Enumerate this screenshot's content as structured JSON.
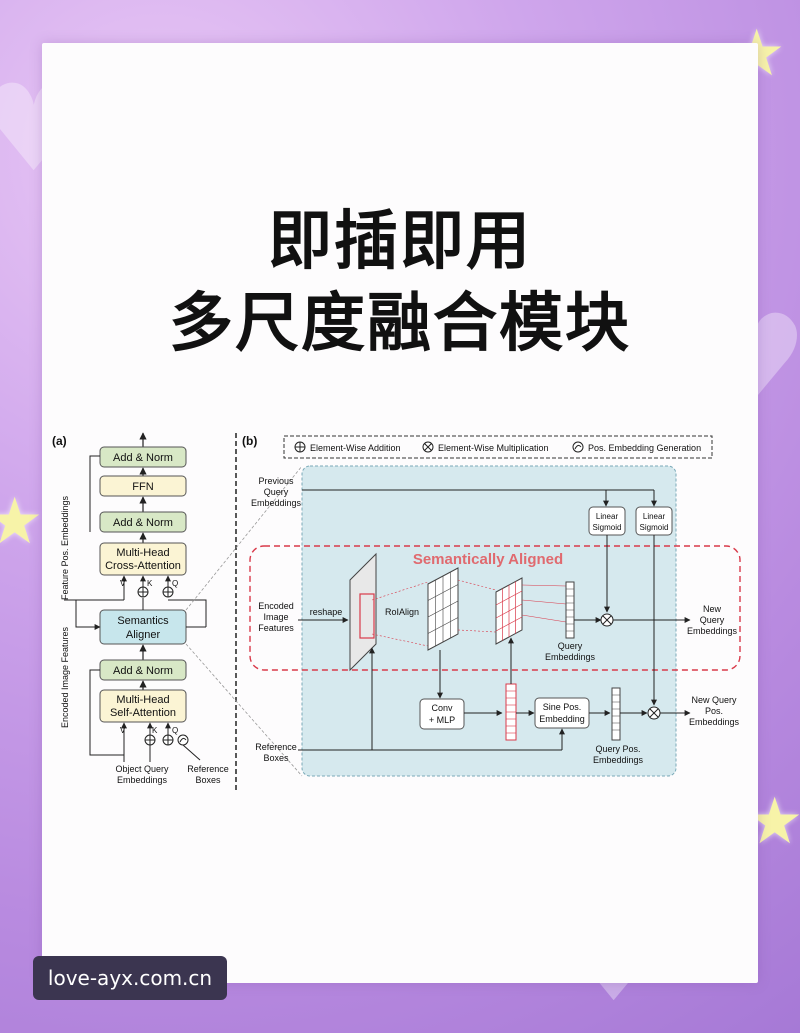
{
  "title_line1": "即插即用",
  "title_line2": "多尺度融合模块",
  "watermark": "love-ayx.com.cn",
  "panel_a": {
    "label": "(a)",
    "add_norm_top": "Add & Norm",
    "ffn": "FFN",
    "add_norm_mid": "Add & Norm",
    "cross_attn_1": "Multi-Head",
    "cross_attn_2": "Cross-Attention",
    "aligner_1": "Semantics",
    "aligner_2": "Aligner",
    "add_norm_low": "Add & Norm",
    "self_attn_1": "Multi-Head",
    "self_attn_2": "Self-Attention",
    "v": "V",
    "k": "K",
    "q": "Q",
    "v2": "V",
    "k2": "K",
    "q2": "Q",
    "side_top": "Feature Pos. Embeddings",
    "side_bottom": "Encoded Image Features",
    "oqe_1": "Object Query",
    "oqe_2": "Embeddings",
    "ref_1": "Reference",
    "ref_2": "Boxes"
  },
  "panel_b": {
    "label": "(b)",
    "legend_add": "Element-Wise Addition",
    "legend_mul": "Element-Wise Multiplication",
    "legend_pos": "Pos. Embedding Generation",
    "prev_1": "Previous",
    "prev_2": "Query",
    "prev_3": "Embeddings",
    "enc_1": "Encoded",
    "enc_2": "Image",
    "enc_3": "Features",
    "reshape": "reshape",
    "roialign": "RoIAlign",
    "sem_aligned": "Semantically Aligned",
    "lin1_1": "Linear",
    "lin1_2": "Sigmoid",
    "lin2_1": "Linear",
    "lin2_2": "Sigmoid",
    "qe_1": "Query",
    "qe_2": "Embeddings",
    "new_q_1": "New",
    "new_q_2": "Query",
    "new_q_3": "Embeddings",
    "conv_1": "Conv",
    "conv_2": "+ MLP",
    "sine_1": "Sine Pos.",
    "sine_2": "Embedding",
    "qpe_1": "Query Pos.",
    "qpe_2": "Embeddings",
    "newpos_1": "New Query",
    "newpos_2": "Pos.",
    "newpos_3": "Embeddings",
    "refb_1": "Reference",
    "refb_2": "Boxes"
  },
  "colors": {
    "green_box": "#d8e8c6",
    "yellow_box": "#fbf4d4",
    "blue_box": "#c7e6ec",
    "blue_region": "#d6e9ee",
    "red": "#d93a4a"
  }
}
